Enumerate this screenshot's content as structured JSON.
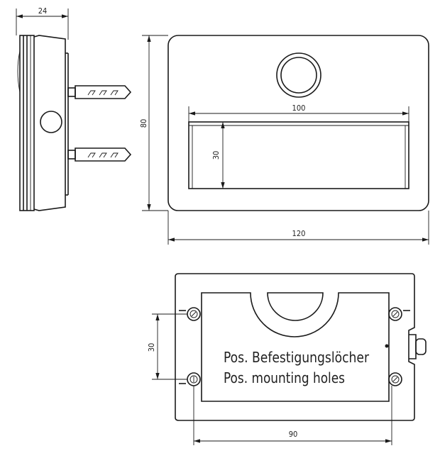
{
  "dimensions": {
    "side_depth": "24",
    "front_height": "80",
    "front_width": "120",
    "window_width": "100",
    "window_height": "30",
    "hole_vertical": "30",
    "hole_horizontal": "90"
  },
  "notes": {
    "line1": "Pos. Befestigungslöcher",
    "line2": "Pos. mounting holes"
  }
}
